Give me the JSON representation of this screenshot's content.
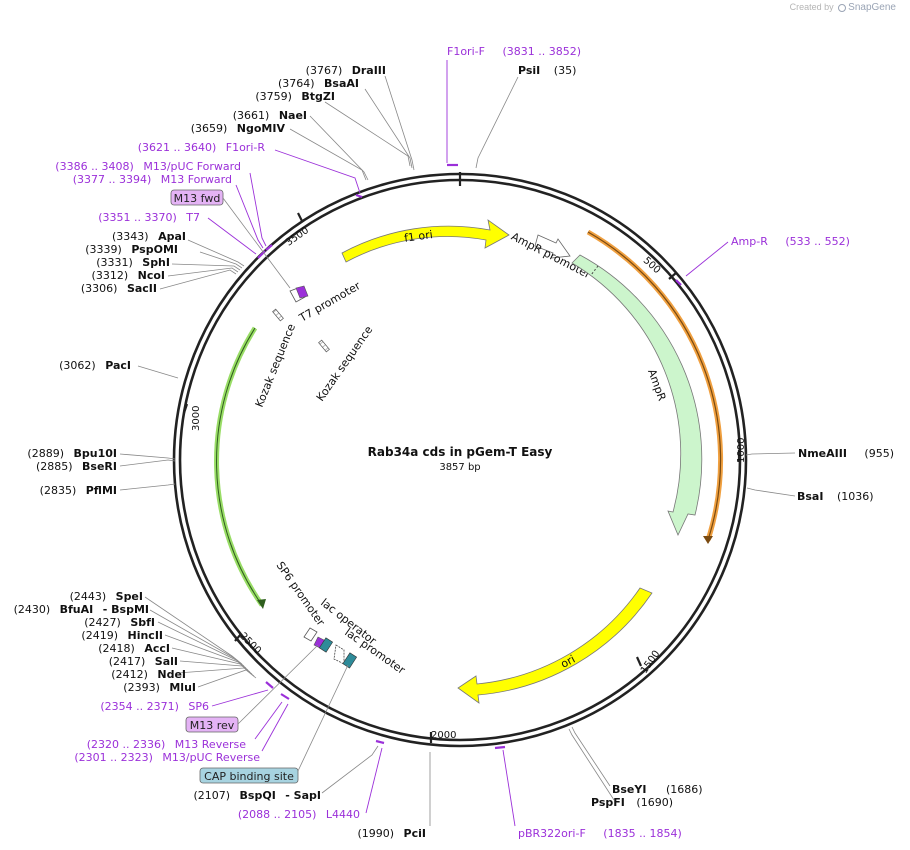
{
  "credit": {
    "prefix": "Created by",
    "brand": "SnapGene"
  },
  "plasmid": {
    "name": "Rab34a cds in pGem-T Easy",
    "length_label": "3857 bp",
    "length": 3857,
    "ticks": [
      "500",
      "1000",
      "1500",
      "2000",
      "2500",
      "3000",
      "3500"
    ]
  },
  "features": {
    "f1_ori": "f1 ori",
    "ampr_promoter": "AmpR promoter",
    "ampr": "AmpR",
    "ori": "ori",
    "t7_promoter": "T7 promoter",
    "kozak_1": "Kozak sequence",
    "kozak_2": "Kozak sequence",
    "sp6_promoter": "SP6 promoter",
    "lac_operator": "lac operator",
    "lac_promoter": "lac promoter"
  },
  "enzymes": {
    "draiii": {
      "pos": "(3767)",
      "name": "DraIII"
    },
    "bsaai": {
      "pos": "(3764)",
      "name": "BsaAI"
    },
    "btgzi": {
      "pos": "(3759)",
      "name": "BtgZI"
    },
    "naei": {
      "pos": "(3661)",
      "name": "NaeI"
    },
    "ngomiv": {
      "pos": "(3659)",
      "name": "NgoMIV"
    },
    "psii": {
      "pos": "(35)",
      "name": "PsiI"
    },
    "apai": {
      "pos": "(3343)",
      "name": "ApaI"
    },
    "pspomi": {
      "pos": "(3339)",
      "name": "PspOMI"
    },
    "sphi": {
      "pos": "(3331)",
      "name": "SphI"
    },
    "ncoi": {
      "pos": "(3312)",
      "name": "NcoI"
    },
    "sacii": {
      "pos": "(3306)",
      "name": "SacII"
    },
    "paci": {
      "pos": "(3062)",
      "name": "PacI"
    },
    "bpu10i": {
      "pos": "(2889)",
      "name": "Bpu10I"
    },
    "bseri": {
      "pos": "(2885)",
      "name": "BseRI"
    },
    "pflmi": {
      "pos": "(2835)",
      "name": "PflMI"
    },
    "spei": {
      "pos": "(2443)",
      "name": "SpeI"
    },
    "bfuai": {
      "pos": "(2430)",
      "name": "BfuAI",
      "extra": "- BspMI"
    },
    "sbfi": {
      "pos": "(2427)",
      "name": "SbfI"
    },
    "hincii": {
      "pos": "(2419)",
      "name": "HincII"
    },
    "acci": {
      "pos": "(2418)",
      "name": "AccI"
    },
    "sali": {
      "pos": "(2417)",
      "name": "SalI"
    },
    "ndei": {
      "pos": "(2412)",
      "name": "NdeI"
    },
    "mlui": {
      "pos": "(2393)",
      "name": "MluI"
    },
    "bspqi": {
      "pos": "(2107)",
      "name": "BspQI",
      "extra": "- SapI"
    },
    "pcii": {
      "pos": "(1990)",
      "name": "PciI"
    },
    "nmeaiii": {
      "pos": "(955)",
      "name": "NmeAIII"
    },
    "bsai": {
      "pos": "(1036)",
      "name": "BsaI"
    },
    "bseyi": {
      "pos": "(1686)",
      "name": "BseYI"
    },
    "pspfi": {
      "pos": "(1690)",
      "name": "PspFI"
    }
  },
  "primers": {
    "f1ori_f": {
      "name": "F1ori-F",
      "range": "(3831 .. 3852)"
    },
    "f1ori_r": {
      "range": "(3621 .. 3640)",
      "name": "F1ori-R"
    },
    "m13_puc_fwd": {
      "range": "(3386 .. 3408)",
      "name": "M13/pUC Forward"
    },
    "m13_fwd": {
      "range": "(3377 .. 3394)",
      "name": "M13 Forward"
    },
    "t7": {
      "range": "(3351 .. 3370)",
      "name": "T7"
    },
    "amp_r": {
      "name": "Amp-R",
      "range": "(533 .. 552)"
    },
    "sp6": {
      "range": "(2354 .. 2371)",
      "name": "SP6"
    },
    "m13_rev": {
      "range": "(2320 .. 2336)",
      "name": "M13 Reverse"
    },
    "m13_puc_rev": {
      "range": "(2301 .. 2323)",
      "name": "M13/pUC Reverse"
    },
    "l4440": {
      "range": "(2088 .. 2105)",
      "name": "L4440"
    },
    "pbr322ori_f": {
      "name": "pBR322ori-F",
      "range": "(1835 .. 1854)"
    }
  },
  "boxes": {
    "m13_fwd": "M13 fwd",
    "m13_rev": "M13 rev",
    "cap_site": "CAP binding site"
  },
  "colors": {
    "backbone": "#222222",
    "primer": "#9b30d9",
    "f1_ori": "#ffff00",
    "ori": "#ffff00",
    "ampr": "#ccf5cc",
    "ampr_primer_arc": "#f0a040",
    "insert_arc": "#99dd66",
    "promoter": "#ffffff",
    "lac_operator": "#2e8b99",
    "m13_box": "#e4b3f5",
    "cap_box": "#a7d3e0"
  }
}
